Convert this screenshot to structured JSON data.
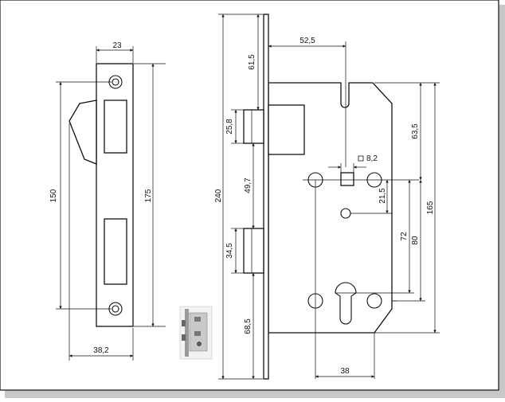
{
  "dimensions": {
    "strike_width": "23",
    "hole_spacing": "150",
    "strike_height": "175",
    "strike_base_width": "38,2",
    "faceplate_height": "240",
    "latch_offset": "61,5",
    "latch_height": "25,8",
    "bolt_offset": "49,7",
    "bolt_height": "34,5",
    "bottom_offset": "68,5",
    "backset": "52,5",
    "spindle_square": "8,2",
    "spindle_gap": "21,5",
    "center_72": "72",
    "center_80": "80",
    "top_63": "63,5",
    "case_height": "165",
    "screw_spacing": "38"
  },
  "thumbnail": {
    "icon": "mortise-lock-photo-icon"
  },
  "colors": {
    "line": "#111111",
    "background": "#ffffff",
    "shadow": "#c8c8c8"
  }
}
